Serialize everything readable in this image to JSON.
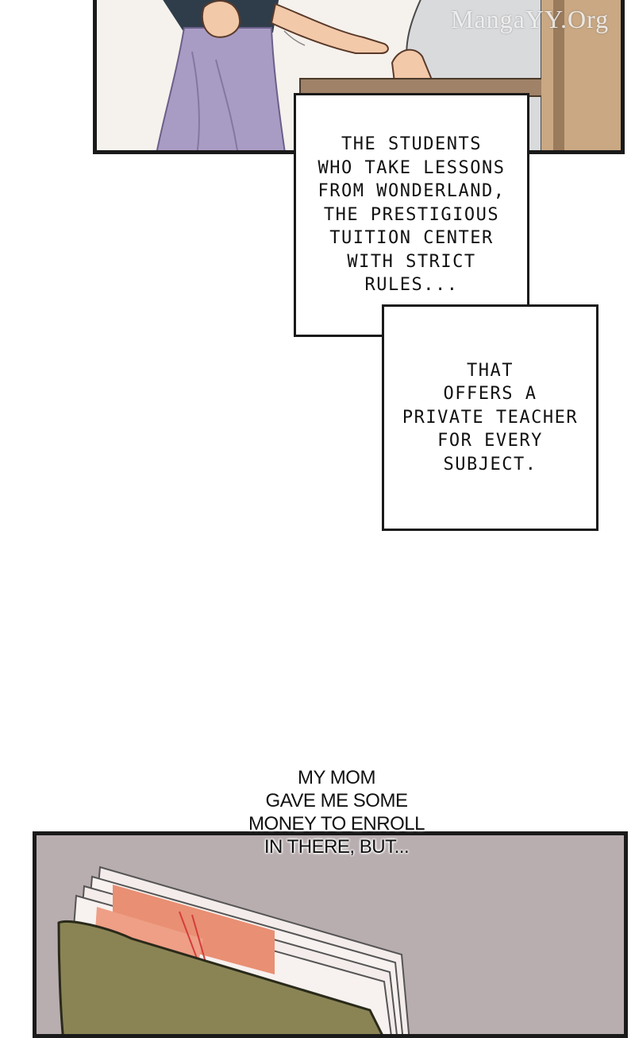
{
  "watermark": "MangaYY.Org",
  "narration_box_1": "THE STUDENTS\nWHO TAKE LESSONS\nFROM WONDERLAND,\nTHE PRESTIGIOUS\nTUITION CENTER\nWITH STRICT\nRULES...",
  "narration_box_2": "THAT\nOFFERS A\nPRIVATE TEACHER\nFOR EVERY\nSUBJECT.",
  "speech_text": "MY MOM\nGAVE ME SOME\nMONEY TO ENROLL\nIN THERE, BUT...",
  "colors": {
    "panel_border": "#1a1a1a",
    "skirt": "#a99cc4",
    "top_shirt": "#2f3d4a",
    "skin": "#f2c9a9",
    "wallet": "#8a8455",
    "banknote": "#e98f73",
    "desk": "#a08268"
  }
}
